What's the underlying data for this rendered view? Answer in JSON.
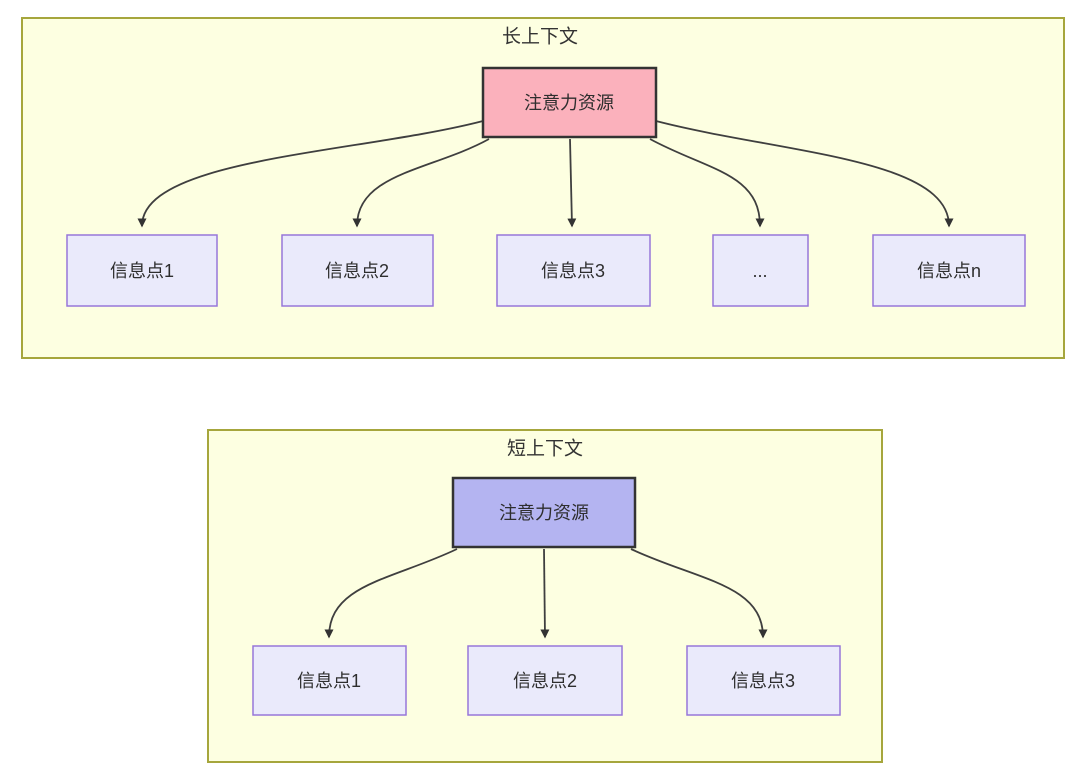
{
  "diagram": {
    "long_context": {
      "title": "长上下文",
      "attention_node": "注意力资源",
      "info_nodes": [
        "信息点1",
        "信息点2",
        "信息点3",
        "...",
        "信息点n"
      ]
    },
    "short_context": {
      "title": "短上下文",
      "attention_node": "注意力资源",
      "info_nodes": [
        "信息点1",
        "信息点2",
        "信息点3"
      ]
    },
    "colors": {
      "panel_fill": "#FDFFE1",
      "panel_border": "#A6A63C",
      "attention_long_fill": "#FBB1BC",
      "attention_short_fill": "#B4B4F1",
      "attention_border": "#333333",
      "info_fill": "#EAEAFB",
      "info_border": "#9777D9",
      "edge_color": "#3F3F3F",
      "text_color": "#333333"
    }
  }
}
